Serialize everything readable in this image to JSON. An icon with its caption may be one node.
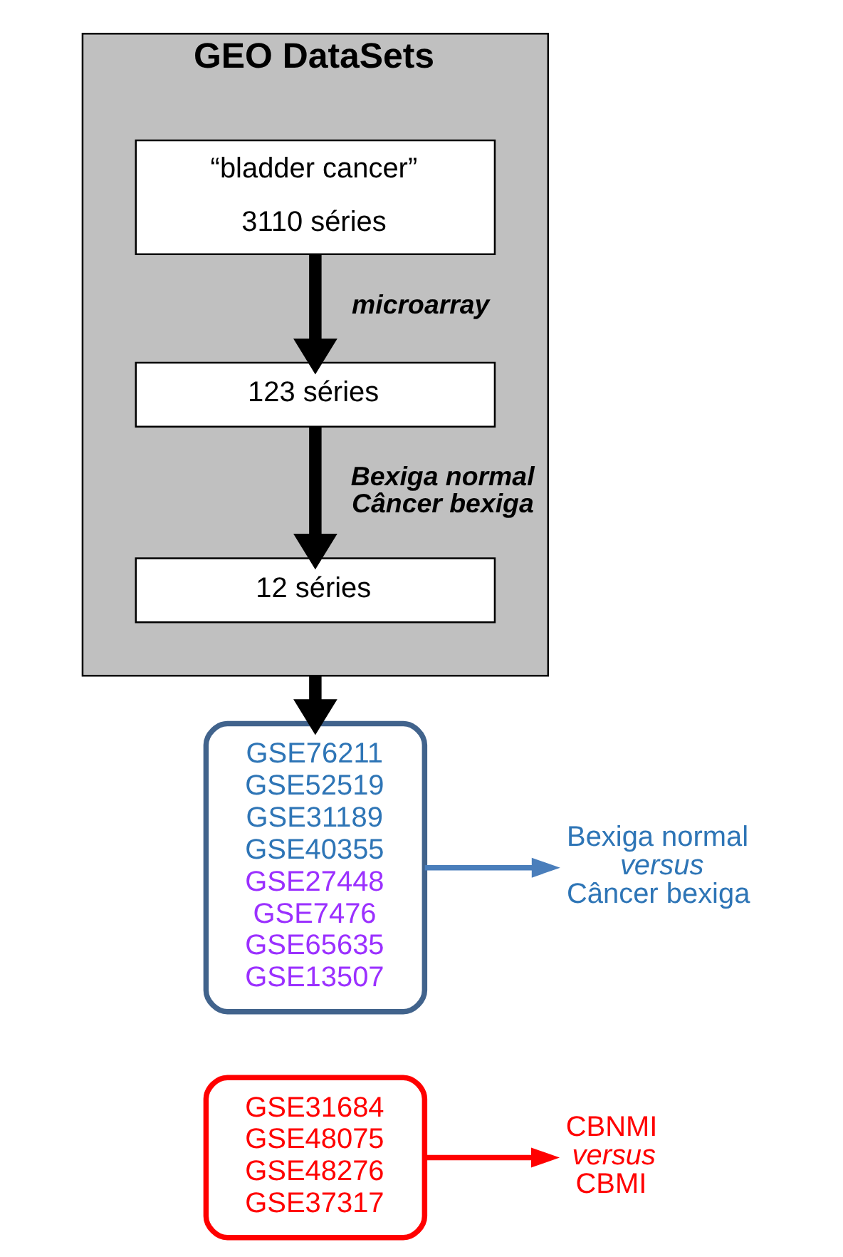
{
  "diagram": {
    "nodes": [
      {
        "text": [
          "GEO DataSets"
        ]
      },
      {
        "text": [
          "“bladder cancer”",
          "3110 séries"
        ],
        "in": 0
      },
      {
        "text": [
          "123 séries"
        ],
        "in": 0
      },
      {
        "text": [
          "12 séries"
        ],
        "in": 0
      },
      {
        "text": [
          "GSE76211",
          "GSE52519",
          "GSE31189",
          "GSE40355",
          "GSE27448",
          "GSE7476",
          "GSE65635",
          "GSE13507"
        ]
      },
      {
        "text": [
          "GSE31684",
          "GSE48075",
          "GSE48276",
          "GSE37317"
        ]
      },
      {
        "text": [
          "Bexiga normal *versus* Câncer bexiga"
        ]
      },
      {
        "text": [
          "CBNMI *versus* CBMI"
        ]
      }
    ],
    "edges": [
      {
        "from": 1,
        "to": 2,
        "arrow": "to",
        "label": "microarray"
      },
      {
        "from": 2,
        "to": 3,
        "arrow": "to",
        "label": "Bexiga normal Câncer bexiga"
      },
      {
        "from": 0,
        "to": 4,
        "arrow": "to"
      },
      {
        "from": 4,
        "to": 6,
        "arrow": "to",
        "color": "#4a7ebb"
      },
      {
        "from": 5,
        "to": 7,
        "arrow": "to",
        "color": "#ff0000"
      }
    ]
  }
}
